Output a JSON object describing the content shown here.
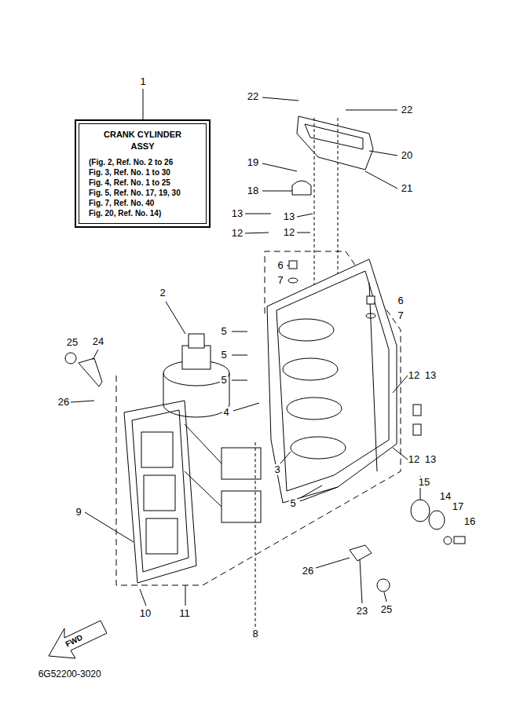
{
  "diagram": {
    "nodes": [
      {
        "text": [
          "CRANK CYLINDER ASSY",
          "(Fig. 2, Ref. No. 2 to 26",
          "Fig. 3, Ref. No. 1 to 30",
          "Fig. 4, Ref. No. 1 to 25",
          "Fig. 5, Ref. No. 17, 19, 30",
          "Fig. 7, Ref. No. 40",
          "Fig. 20, Ref. No. 14)"
        ]
      }
    ],
    "labels": [
      "1",
      "22",
      "22",
      "20",
      "21",
      "19",
      "18",
      "13",
      "13",
      "12",
      "12",
      "2",
      "6",
      "7",
      "6",
      "7",
      "5",
      "5",
      "5",
      "25",
      "24",
      "26",
      "4",
      "12",
      "13",
      "13",
      "12",
      "3",
      "5",
      "15",
      "14",
      "17",
      "16",
      "9",
      "10",
      "11",
      "8",
      "26",
      "23",
      "25",
      "FWD",
      "6G52200-3020"
    ]
  }
}
